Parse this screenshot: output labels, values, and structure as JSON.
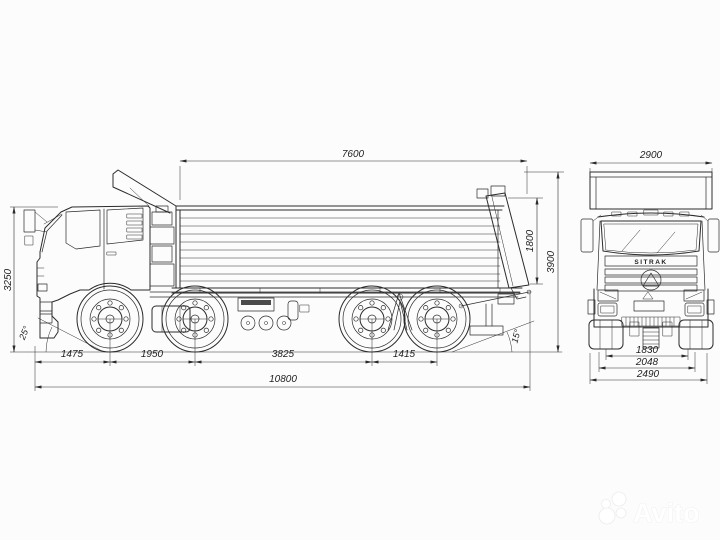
{
  "meta": {
    "ink": "#2b2b2b",
    "background": "#fcfcfc"
  },
  "side_view": {
    "dims": {
      "body_length": "7600",
      "cab_height": "3250",
      "tailgate_height": "1800",
      "overall_height": "3900",
      "front_overhang": "1475",
      "axle_1_2": "1950",
      "axle_2_3": "3825",
      "axle_3_4": "1415",
      "overall_length": "10800",
      "approach_angle": "25°",
      "departure_angle": "15°"
    }
  },
  "front_view": {
    "grille_text": "SITRAK",
    "dims": {
      "body_width": "2900",
      "track_width": "1830",
      "mid_width": "2048",
      "overall_width": "2490"
    }
  },
  "watermark": {
    "text": "Avito"
  }
}
